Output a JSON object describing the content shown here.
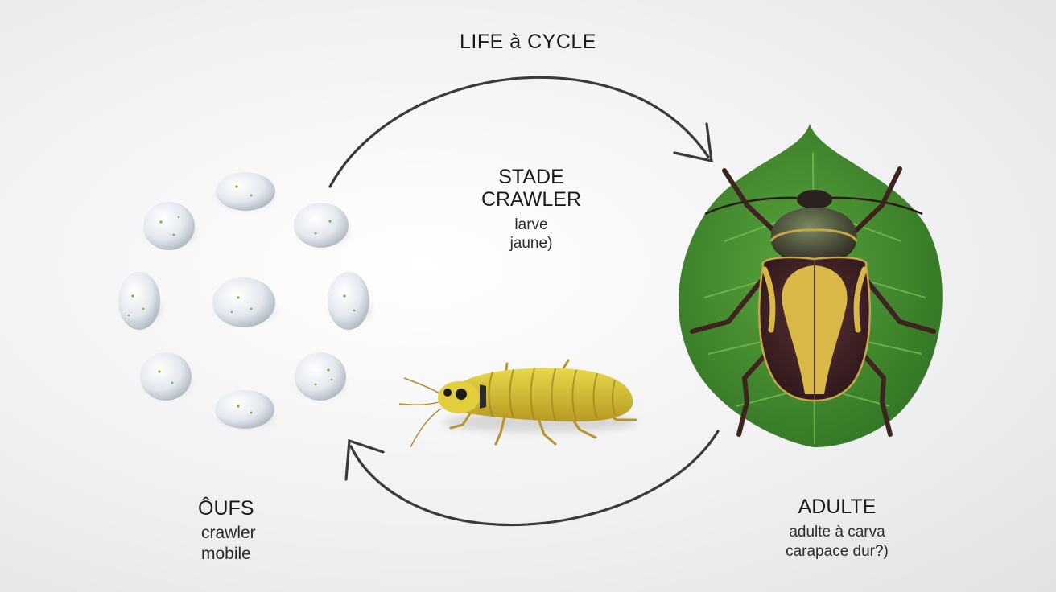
{
  "title": "LIFE à CYCLE",
  "stages": {
    "crawler": {
      "heading_line1": "STADE",
      "heading_line2": "CRAWLER",
      "sub_line1": "larve",
      "sub_line2": "jaune)"
    },
    "eggs": {
      "heading": "ÔUFS",
      "sub_line1": "crawler",
      "sub_line2": "mobile"
    },
    "adult": {
      "heading": "ADULTE",
      "sub_line1": "adulte à carva",
      "sub_line2": "carapace dur?)"
    }
  },
  "colors": {
    "arrow": "#3a3a3c",
    "egg": "#e6ebf0",
    "egg_speck": "#7fae3a",
    "leaf": "#3f8a2c",
    "larva": "#d8c23a",
    "beetle_shell": "#3a1f22",
    "beetle_pattern": "#d9b848"
  },
  "icons": [
    "egg-icon",
    "larva-icon",
    "beetle-icon",
    "leaf-icon",
    "cycle-arrow-icon"
  ]
}
